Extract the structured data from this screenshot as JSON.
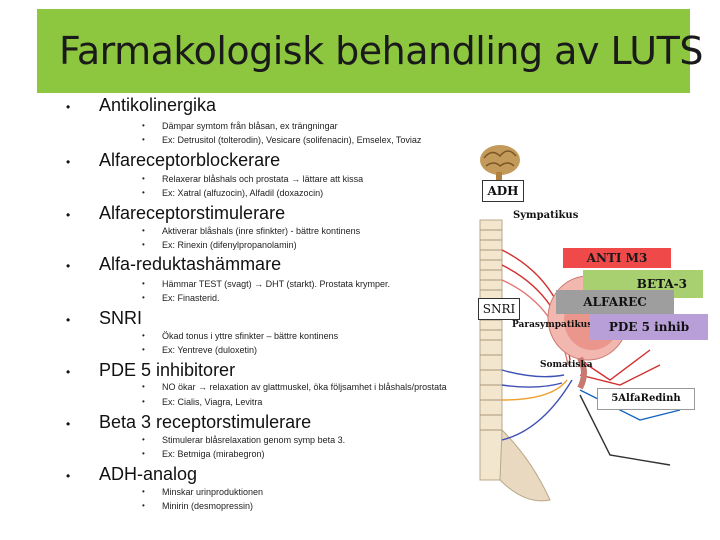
{
  "title": "Farmakologisk behandling av LUTS",
  "sections": [
    {
      "heading": "Antikolinergika",
      "items": [
        "Dämpar symtom från blåsan, ex trängningar",
        "Ex: Detrusitol (tolterodin), Vesicare (solifenacin), Emselex, Toviaz"
      ]
    },
    {
      "heading": "Alfareceptorblockerare",
      "items": [
        "Relaxerar blåshals och prostata → lättare att kissa",
        "Ex: Xatral (alfuzocin), Alfadil (doxazocin)"
      ]
    },
    {
      "heading": "Alfareceptorstimulerare",
      "items": [
        "Aktiverar blåshals (inre sfinkter) - bättre kontinens",
        "Ex: Rinexin (difenylpropanolamin)"
      ]
    },
    {
      "heading": "Alfa-reduktashämmare",
      "items": [
        "Hämmar TEST (svagt) → DHT (starkt). Prostata krymper.",
        "Ex: Finasterid."
      ]
    },
    {
      "heading": "SNRI",
      "items": [
        "Ökad tonus i yttre sfinkter – bättre kontinens",
        "Ex: Yentreve (duloxetin)"
      ]
    },
    {
      "heading": "PDE 5 inhibitorer",
      "items": [
        "NO ökar → relaxation av glattmuskel, öka följsamhet i blåshals/prostata",
        "Ex: Cialis, Viagra, Levitra"
      ]
    },
    {
      "heading": "Beta 3 receptorstimulerare",
      "items": [
        "Stimulerar blåsrelaxation genom symp beta 3.",
        "Ex: Betmiga (mirabegron)"
      ]
    },
    {
      "heading": "ADH-analog",
      "items": [
        "Minskar urinproduktionen",
        "Minirin (desmopressin)"
      ]
    }
  ],
  "bullet": "•",
  "diagram": {
    "adh": "ADH",
    "sympatikus": "Sympatikus",
    "anti_m3": "ANTI M3",
    "beta3": "BETA-3",
    "alfarec": "ALFAREC",
    "snri": "SNRI",
    "parasympatikus": "Parasympatikus",
    "pde5": "PDE 5 inhib",
    "somatiska": "Somatiska",
    "alfaredinh": "5AlfaRedinh"
  },
  "colors": {
    "title_bg": "#8dc63f",
    "anti_m3_bg": "#f0494a",
    "beta3_bg": "#a8cf70",
    "alfarec_bg": "#9e9e9e",
    "pde5_bg": "#b89fd8",
    "nerve_red": "#d32f2f",
    "nerve_blue": "#3f51b5"
  }
}
